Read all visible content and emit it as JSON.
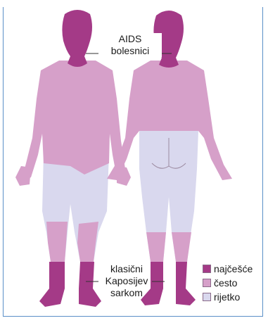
{
  "labels": {
    "aids_line1": "AIDS",
    "aids_line2": "bolesnici",
    "ks_line1": "klasični",
    "ks_line2": "Kaposijev",
    "ks_line3": "sarkom"
  },
  "legend": [
    {
      "label": "najčešće",
      "color": "#a43a87"
    },
    {
      "label": "često",
      "color": "#d6a0c9"
    },
    {
      "label": "rijetko",
      "color": "#d9d8ee"
    }
  ],
  "colors": {
    "dark": "#a43a87",
    "medium": "#d6a0c9",
    "light": "#d9d8ee",
    "frame": "#5a8fc8"
  }
}
